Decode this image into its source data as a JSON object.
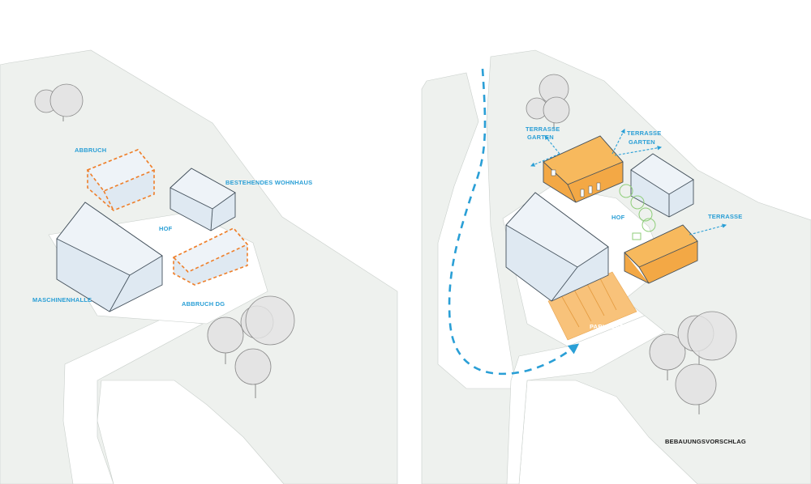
{
  "colors": {
    "ground": "#eef1ee",
    "building_face": "#dfe9f2",
    "building_roof": "#eef3f8",
    "label_blue": "#2a9fd6",
    "orange": "#f3a845",
    "orange_dash": "#ef7f2a",
    "parking": "#f8c27a",
    "tree_fill": "#e4e4e4",
    "tree_stroke": "#8a8a8a"
  },
  "left_plan": {
    "labels": {
      "abbruch": "ABBRUCH",
      "bestehendes_wohnhaus": "BESTEHENDES WOHNHAUS",
      "hof": "HOF",
      "maschinenhalle": "MASCHINENHALLE",
      "abbruch_dg": "ABBRUCH DG"
    }
  },
  "right_plan": {
    "labels": {
      "terrasse_garten_left": [
        "TERRASSE",
        "GARTEN"
      ],
      "terrasse_garten_right": [
        "TERRASSE",
        "GARTEN"
      ],
      "hof": "HOF",
      "terrasse": "TERRASSE",
      "parkplatz": "PARKPLATZ"
    },
    "caption": "BEBAUUNGSVORSCHLAG"
  }
}
